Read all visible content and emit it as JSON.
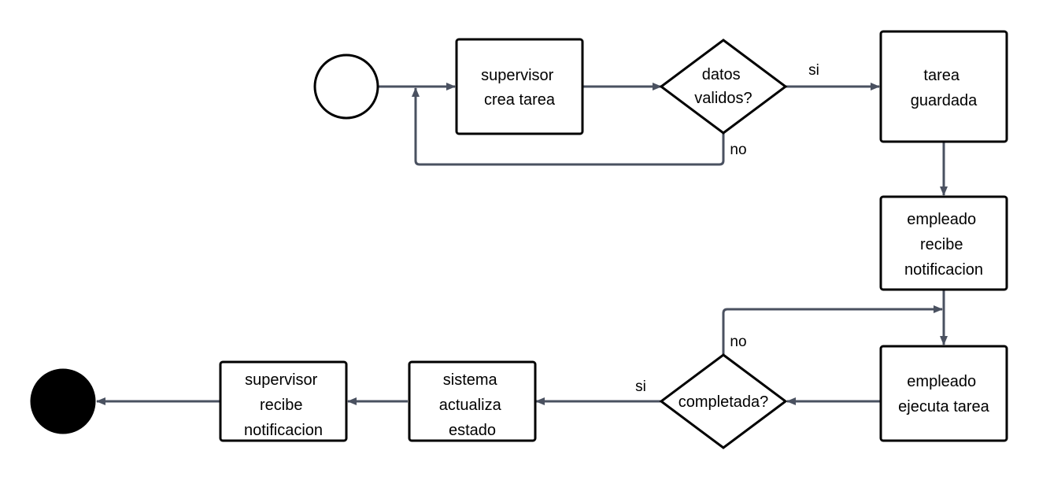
{
  "colors": {
    "edge": "#4a5160",
    "stroke": "#000000",
    "fill": "#ffffff",
    "end_fill": "#000000"
  },
  "nodes": {
    "start": {
      "type": "start"
    },
    "supervisor_crea_tarea": {
      "lines": [
        "supervisor",
        "crea tarea"
      ]
    },
    "datos_validos": {
      "lines": [
        "datos",
        "validos?"
      ]
    },
    "tarea_guardada": {
      "lines": [
        "tarea",
        "guardada"
      ]
    },
    "empleado_recibe_notificacion": {
      "lines": [
        "empleado",
        "recibe",
        "notificacion"
      ]
    },
    "empleado_ejecuta_tarea": {
      "lines": [
        "empleado",
        "ejecuta tarea"
      ]
    },
    "completada": {
      "lines": [
        "completada?"
      ]
    },
    "sistema_actualiza_estado": {
      "lines": [
        "sistema",
        "actualiza",
        "estado"
      ]
    },
    "supervisor_recibe_notificacion": {
      "lines": [
        "supervisor",
        "recibe",
        "notificacion"
      ]
    },
    "end": {
      "type": "end"
    }
  },
  "edge_labels": {
    "datos_si": "si",
    "datos_no": "no",
    "completada_si": "si",
    "completada_no": "no"
  }
}
